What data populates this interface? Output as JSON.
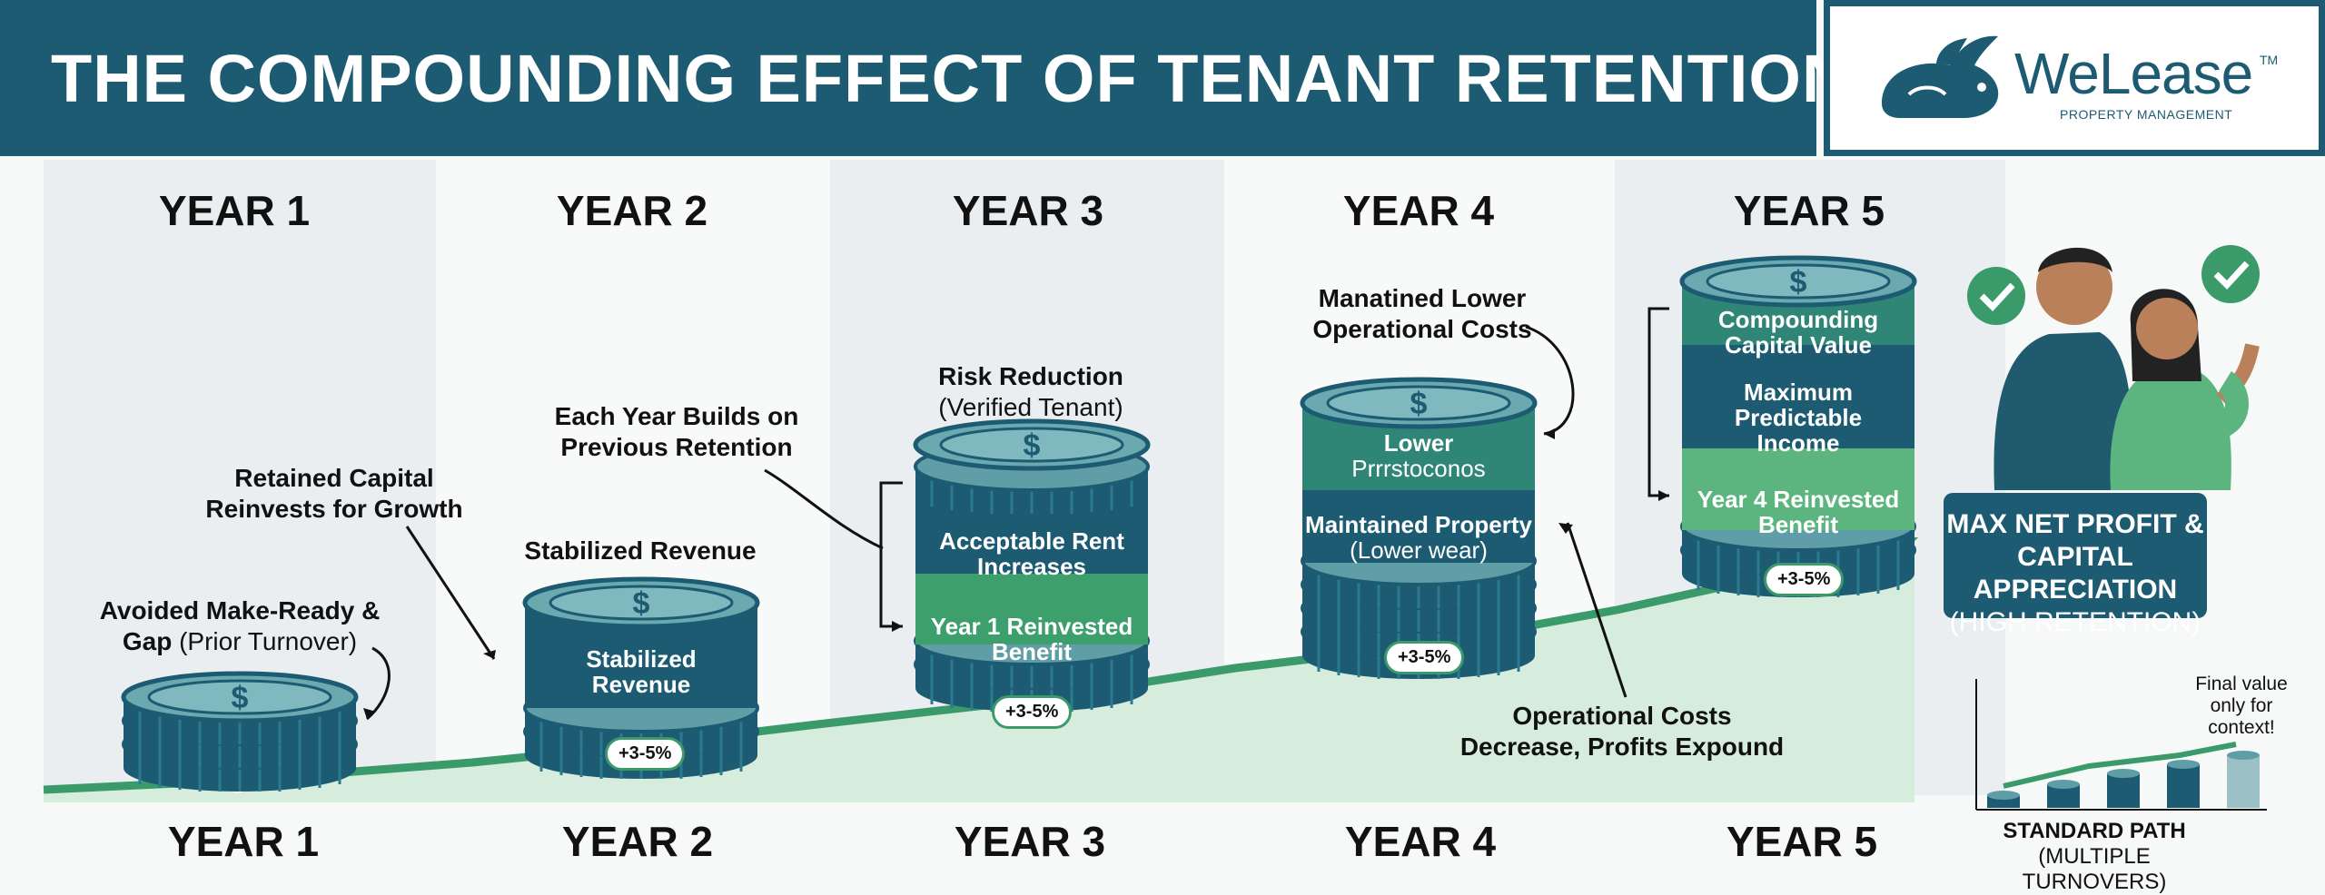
{
  "header": {
    "title": "THE COMPOUNDING EFFECT OF TENANT RETENTION",
    "brand_name": "WeLease",
    "brand_tm": "TM",
    "brand_sub": "PROPERTY MANAGEMENT",
    "logo_icon": "rabbit-icon"
  },
  "years_top": [
    "YEAR 1",
    "YEAR 2",
    "YEAR 3",
    "YEAR 4",
    "YEAR 5"
  ],
  "years_bottom": [
    "YEAR 1",
    "YEAR 2",
    "YEAR 3",
    "YEAR 4",
    "YEAR 5"
  ],
  "annotations": {
    "y1_label_bold": "Avoided Make-Ready &",
    "y1_label_bold2": "Gap",
    "y1_label_thin": "(Prior Turnover)",
    "reinvest_1": "Retained Capital",
    "reinvest_2": "Reinvests for Growth",
    "y2_above": "Stabilized Revenue",
    "builds_1": "Each Year Builds on",
    "builds_2": "Previous Retention",
    "risk_1": "Risk Reduction",
    "risk_2": "(Verified Tenant)",
    "maint_1": "Manatined Lower",
    "maint_2": "Operational Costs",
    "opcost_1": "Operational Costs",
    "opcost_2": "Decrease, Profits Expound"
  },
  "coins": {
    "y2_1": "Stabilized",
    "y2_2": "Revenue",
    "y3_a1": "Acceptable Rent",
    "y3_a2": "Increases",
    "y3_b1": "Year 1 Reinvested",
    "y3_b2": "Benefit",
    "y4_a1": "Lower",
    "y4_a2": "Prrrstoconos",
    "y4_b1": "Maintained Property",
    "y4_b2": "(Lower wear)",
    "y5_a1": "Compounding",
    "y5_a2": "Capital Value",
    "y5_b1": "Maximum",
    "y5_b2": "Predictable",
    "y5_b3": "Income",
    "y5_c1": "Year 4 Reinvested",
    "y5_c2": "Benefit",
    "coin_icon": "dollar-icon"
  },
  "growth_labels": [
    "+3-5%",
    "+3-5%",
    "+3-5%",
    "+3-5%"
  ],
  "result": {
    "line1": "MAX NET PROFIT &",
    "line2": "CAPITAL APPRECIATION",
    "line3": "(HIGH RETENTION)"
  },
  "standard": {
    "title": "STANDARD PATH",
    "sub": "(MULTIPLE TURNOVERS)",
    "note_1": "Final value",
    "note_2": "only for",
    "note_3": "context!"
  },
  "colors": {
    "navy": "#1d5b72",
    "teal": "#2e7d7a",
    "green": "#5cb57e",
    "line_green": "#3a9a6a",
    "area_green": "#d6ecdc"
  }
}
